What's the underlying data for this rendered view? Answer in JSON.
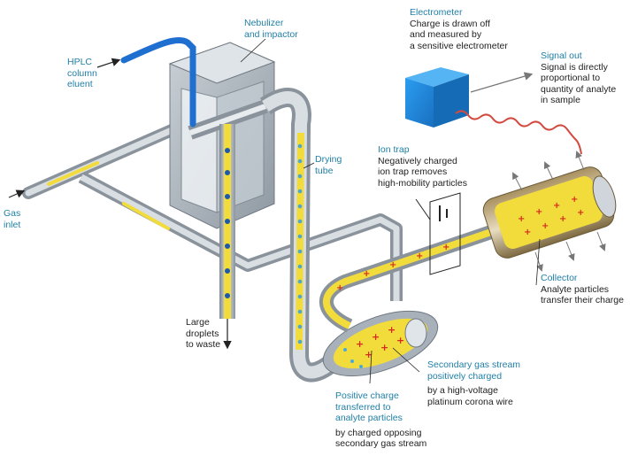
{
  "colors": {
    "heading_text": "#1f7fa6",
    "body_text": "#222222",
    "pipe": "#b4bcc4",
    "channel": "#f2dc3c",
    "positive_charge": "#d62a1e",
    "droplet": "#1f5aa8",
    "electrometer": "#1e8fe6",
    "eluent_line": "#1f6fd0",
    "signal_wire": "#d24a40"
  },
  "labels": {
    "hplc": "HPLC\ncolumn\neluent",
    "gas_inlet": "Gas\ninlet",
    "nebulizer": "Nebulizer\nand impactor",
    "drying_tube": "Drying\ntube",
    "large_droplets": "Large\ndroplets\nto waste",
    "electrometer": {
      "title": "Electrometer",
      "desc": "Charge is drawn off\nand measured by\na sensitive electrometer"
    },
    "signal_out": {
      "title": "Signal out",
      "desc": "Signal is directly\nproportional to\nquantity of analyte\nin sample"
    },
    "ion_trap": {
      "title": "Ion trap",
      "desc": "Negatively charged\nion trap removes\nhigh-mobility particles"
    },
    "collector": {
      "title": "Collector",
      "desc": "Analyte particles\ntransfer their charge"
    },
    "secondary_gas": {
      "title": "Secondary gas stream\npositively charged",
      "desc": "by a high-voltage\nplatinum corona wire"
    },
    "positive_charge": {
      "title": "Positive charge\ntransferred to\nanalyte particles",
      "desc": "by charged opposing\nsecondary gas stream"
    }
  }
}
